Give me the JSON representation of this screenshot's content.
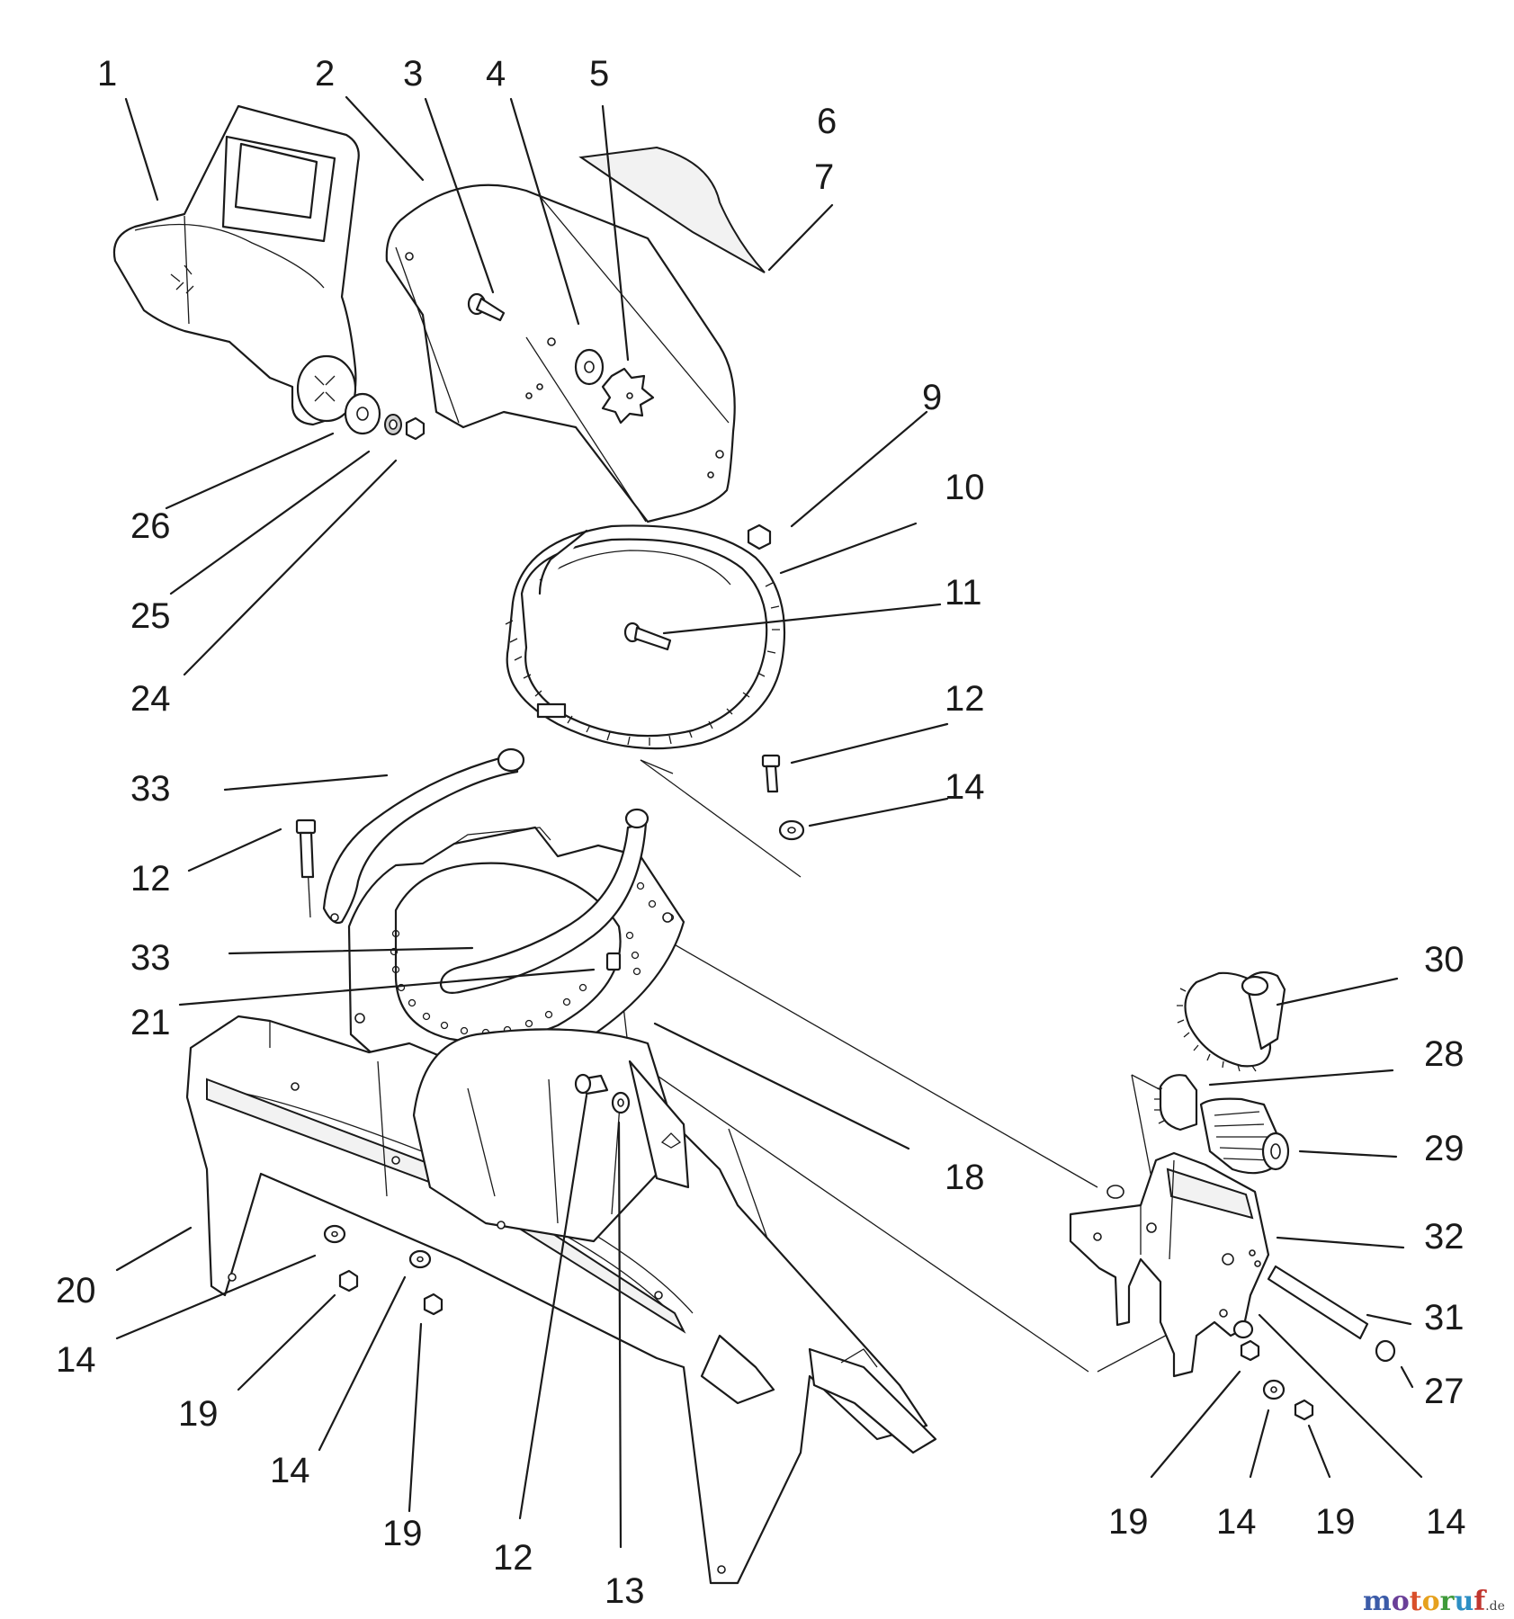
{
  "callouts": [
    {
      "id": "c1",
      "text": "1"
    },
    {
      "id": "c2",
      "text": "2"
    },
    {
      "id": "c3",
      "text": "3"
    },
    {
      "id": "c4",
      "text": "4"
    },
    {
      "id": "c5",
      "text": "5"
    },
    {
      "id": "c6",
      "text": "6"
    },
    {
      "id": "c7",
      "text": "7"
    },
    {
      "id": "c9",
      "text": "9"
    },
    {
      "id": "c10",
      "text": "10"
    },
    {
      "id": "c11",
      "text": "11"
    },
    {
      "id": "c12a",
      "text": "12"
    },
    {
      "id": "c14a",
      "text": "14"
    },
    {
      "id": "c26",
      "text": "26"
    },
    {
      "id": "c25",
      "text": "25"
    },
    {
      "id": "c24",
      "text": "24"
    },
    {
      "id": "c33a",
      "text": "33"
    },
    {
      "id": "c12b",
      "text": "12"
    },
    {
      "id": "c33b",
      "text": "33"
    },
    {
      "id": "c21",
      "text": "21"
    },
    {
      "id": "c18",
      "text": "18"
    },
    {
      "id": "c20",
      "text": "20"
    },
    {
      "id": "c14b",
      "text": "14"
    },
    {
      "id": "c19a",
      "text": "19"
    },
    {
      "id": "c14c",
      "text": "14"
    },
    {
      "id": "c19b",
      "text": "19"
    },
    {
      "id": "c12c",
      "text": "12"
    },
    {
      "id": "c13",
      "text": "13"
    },
    {
      "id": "c30",
      "text": "30"
    },
    {
      "id": "c28",
      "text": "28"
    },
    {
      "id": "c29",
      "text": "29"
    },
    {
      "id": "c32",
      "text": "32"
    },
    {
      "id": "c31",
      "text": "31"
    },
    {
      "id": "c27",
      "text": "27"
    },
    {
      "id": "c19c",
      "text": "19"
    },
    {
      "id": "c14d",
      "text": "14"
    },
    {
      "id": "c19d",
      "text": "19"
    },
    {
      "id": "c14e",
      "text": "14"
    }
  ],
  "watermark": {
    "letters": [
      "m",
      "o",
      "t",
      "o",
      "r",
      "u",
      "f"
    ],
    "letter_colors": [
      "#3b5ba8",
      "#6a3f98",
      "#d94f2a",
      "#e6a11e",
      "#3f9a3a",
      "#2d8fc4",
      "#c1362f"
    ],
    "suffix": ".de"
  }
}
